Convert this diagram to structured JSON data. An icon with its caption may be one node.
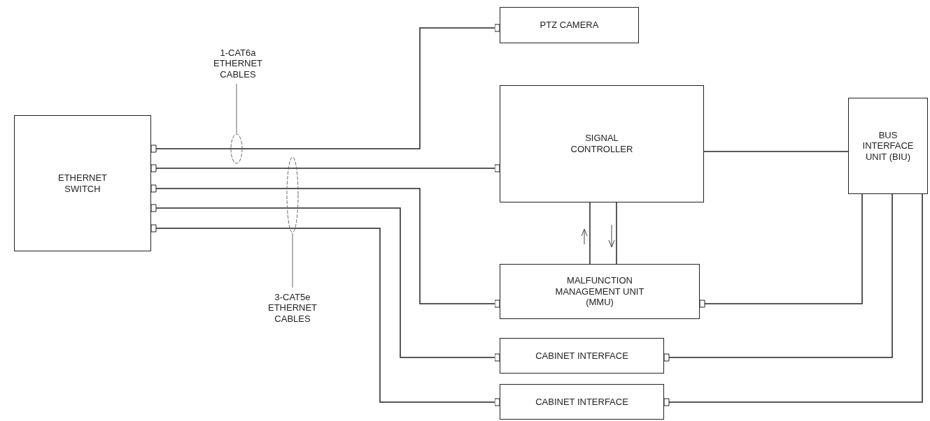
{
  "diagram": {
    "nodes": [
      {
        "text": [
          "ETHERNET SWITCH"
        ]
      },
      {
        "text": [
          "PTZ CAMERA"
        ]
      },
      {
        "text": [
          "SIGNAL CONTROLLER"
        ]
      },
      {
        "text": [
          "BUS INTERFACE UNIT (BIU)"
        ]
      },
      {
        "text": [
          "MALFUNCTION MANAGEMENT UNIT (MMU)"
        ]
      },
      {
        "text": [
          "CABINET INTERFACE"
        ]
      },
      {
        "text": [
          "CABINET INTERFACE"
        ]
      },
      {
        "text": [
          "1-CAT6a ETHERNET CABLES"
        ]
      },
      {
        "text": [],
        "shape": "ellipse"
      },
      {
        "text": [
          "3-CAT5e ETHERNET CABLES"
        ]
      },
      {
        "text": [],
        "shape": "ellipse"
      }
    ],
    "edges": [
      {
        "from": 0,
        "to": 1,
        "arrow": "other"
      },
      {
        "from": 0,
        "to": 2,
        "arrow": "other"
      },
      {
        "from": 0,
        "to": 4,
        "arrow": "other"
      },
      {
        "from": 0,
        "to": 5,
        "arrow": "other"
      },
      {
        "from": 0,
        "to": 6,
        "arrow": "other"
      },
      {
        "from": 2,
        "to": 3,
        "arrow": "none"
      },
      {
        "from": 4,
        "to": 2,
        "arrow": "none"
      },
      {
        "from": 2,
        "to": 4,
        "arrow": "none"
      },
      {
        "from": 3,
        "to": 4,
        "arrow": "other"
      },
      {
        "from": 3,
        "to": 5,
        "arrow": "other"
      },
      {
        "from": 3,
        "to": 6,
        "arrow": "other"
      },
      {
        "from": 7,
        "to": 8,
        "arrow": "none"
      },
      {
        "from": 9,
        "to": 10,
        "arrow": "none"
      }
    ]
  }
}
